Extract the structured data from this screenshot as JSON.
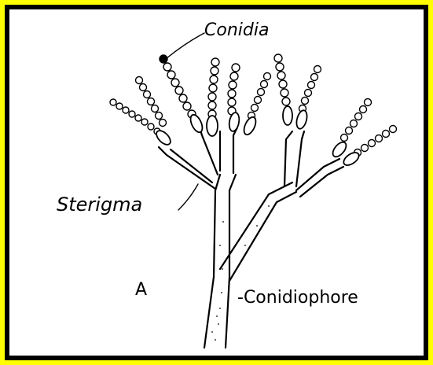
{
  "colors": {
    "background": "#ffff00",
    "frame": "#000000",
    "paper": "#ffffff",
    "ink": "#000000"
  },
  "labels": {
    "conidia": "Conidia",
    "sterigma": "Sterigma",
    "panel_letter": "A",
    "conidiophore": "-Conidiophore"
  }
}
